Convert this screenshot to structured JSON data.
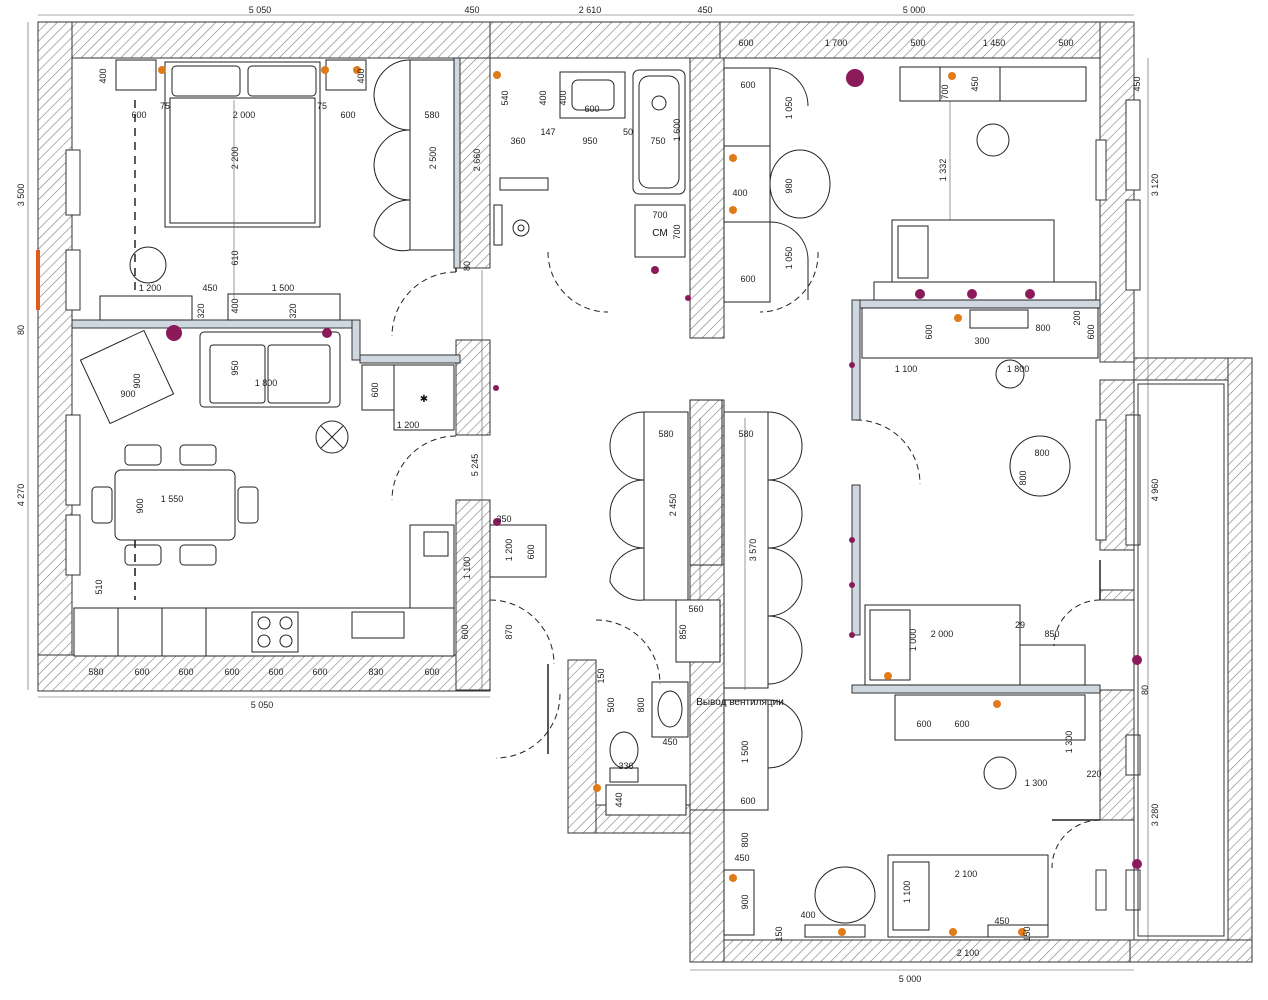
{
  "overall_dims": {
    "top": [
      "5 050",
      "450",
      "2 610",
      "450",
      "5 000"
    ],
    "bottom_left": "5 050",
    "bottom_right": "5 000",
    "left": [
      "3 500",
      "80",
      "4 270"
    ],
    "right": [
      "450",
      "3 120",
      "4 960",
      "80",
      "3 280"
    ]
  },
  "bedroom": {
    "dims": [
      "400",
      "400",
      "75",
      "75",
      "2 000",
      "600",
      "600",
      "2 200",
      "580",
      "2 500",
      "610",
      "1 200",
      "450",
      "1 500",
      "320",
      "320",
      "400",
      "2 660",
      "80"
    ]
  },
  "living": {
    "dims": [
      "900",
      "900",
      "950",
      "1 800",
      "600",
      "1 200",
      "1 550",
      "900",
      "510",
      "5 245"
    ],
    "kitchen_row": [
      "580",
      "600",
      "600",
      "600",
      "600",
      "600",
      "830",
      "600"
    ],
    "fridge_dims": [
      "1 100",
      "600",
      "870"
    ]
  },
  "bathroom": {
    "dims": [
      "540",
      "400",
      "400",
      "600",
      "147",
      "360",
      "950",
      "50",
      "750",
      "1 600",
      "700",
      "700"
    ],
    "washer_label": "СМ"
  },
  "hall": {
    "dims": [
      "580",
      "580",
      "2 450",
      "3 570",
      "560",
      "850",
      "350",
      "1 200",
      "600"
    ],
    "vent_label": "Вывод вентиляции"
  },
  "wc": {
    "dims": [
      "150",
      "500",
      "800",
      "450",
      "336",
      "440"
    ]
  },
  "study": {
    "dims": [
      "600",
      "1 700",
      "500",
      "1 450",
      "500",
      "600",
      "1 050",
      "400",
      "980",
      "600",
      "1 050",
      "700",
      "450",
      "1 332"
    ]
  },
  "kids_room": {
    "dims": [
      "600",
      "800",
      "200",
      "600",
      "300",
      "1 100",
      "1 800",
      "800",
      "800",
      "2 000",
      "29",
      "850",
      "1 000"
    ]
  },
  "bedroom2": {
    "dims": [
      "600",
      "600",
      "1 300",
      "1 300",
      "220",
      "1 500",
      "600",
      "800",
      "450",
      "900",
      "400",
      "1 100",
      "2 100",
      "450",
      "150",
      "150",
      "2 100"
    ]
  },
  "colors": {
    "wall_hatch": "#8a8a8a",
    "lamp": "#8b1a5a",
    "socket": "#e07b1a",
    "accent_window": "#e05a1a"
  }
}
